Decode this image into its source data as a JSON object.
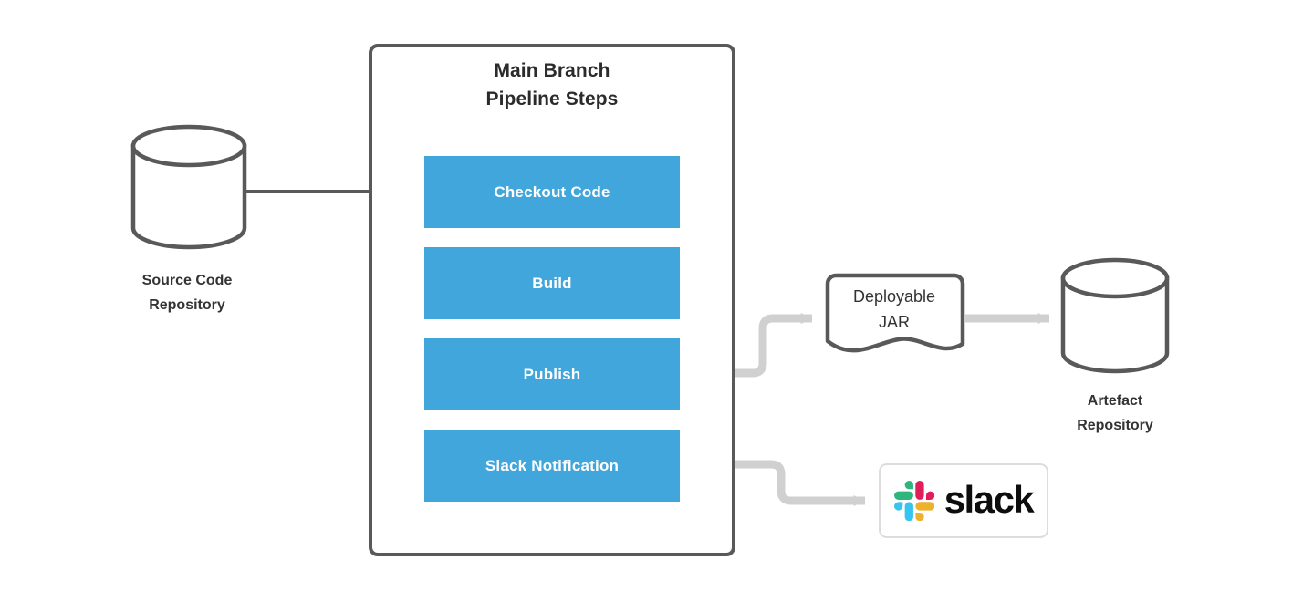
{
  "diagram": {
    "title": "Main Branch Pipeline Steps",
    "colors": {
      "step_fill": "#40a6db",
      "step_text": "#ffffff",
      "stroke_dark": "#595959",
      "connector_light": "#d0d0d0",
      "label_text": "#333333",
      "slack_green": "#2eb67d",
      "slack_blue": "#36c5f0",
      "slack_red": "#e01e5a",
      "slack_yellow": "#ecb22e"
    }
  },
  "pipeline": {
    "title_line_1": "Main Branch",
    "title_line_2": "Pipeline Steps",
    "title": "Main Branch\nPipeline Steps",
    "steps": [
      {
        "label": "Checkout Code"
      },
      {
        "label": "Build"
      },
      {
        "label": "Publish"
      },
      {
        "label": "Slack Notification"
      }
    ]
  },
  "nodes": {
    "source_repository": {
      "label": "Source Code\nRepository",
      "shape": "cylinder"
    },
    "deployable_jar": {
      "label": "Deployable\nJAR",
      "shape": "document"
    },
    "artefact_repository": {
      "label": "Artefact\nRepository",
      "shape": "cylinder"
    },
    "slack": {
      "wordmark": "slack",
      "shape": "card"
    }
  },
  "connectors": [
    {
      "from": "source_repository",
      "to": "Checkout Code",
      "style": "dark-arrow"
    },
    {
      "from": "Publish",
      "to": "deployable_jar",
      "style": "light-arrow"
    },
    {
      "from": "deployable_jar",
      "to": "artefact_repository",
      "style": "light-arrow"
    },
    {
      "from": "Slack Notification",
      "to": "slack",
      "style": "light-arrow"
    }
  ]
}
